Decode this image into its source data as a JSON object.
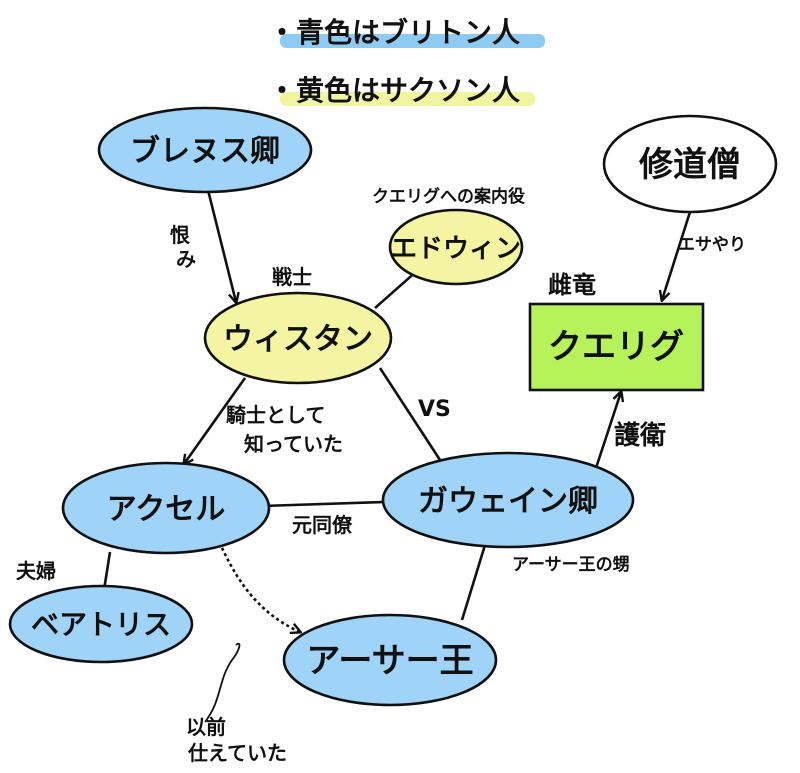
{
  "legend": {
    "blue_text": "・青色はブリトン人",
    "yellow_text": "・黄色はサクソン人",
    "blue_color": "#8ecbf2",
    "yellow_color": "#f2f5a0"
  },
  "colors": {
    "briton": "#9fd3f7",
    "saxon": "#f3f5a2",
    "dragon": "#b6f25a",
    "monk": "#ffffff",
    "stroke": "#111111"
  },
  "nodes": {
    "brennus": "ブレヌス卿",
    "monk": "修道僧",
    "edwin": "エドウィン",
    "wistan": "ウィスタン",
    "querig": "クエリグ",
    "axl": "アクセル",
    "gawain": "ガウェイン卿",
    "beatrice": "ベアトリス",
    "arthur": "アーサー王"
  },
  "labels": {
    "edwin_role": "クエリグへの案内役",
    "wistan_role": "戦士",
    "querig_role": "雌竜",
    "gawain_role": "アーサー王の甥",
    "grudge_line1": "恨",
    "grudge_line2": "み",
    "feeding": "エサやり",
    "knew_line1": "騎士として",
    "knew_line2": "知っていた",
    "vs": "VS",
    "guard": "護衛",
    "colleague": "元同僚",
    "spouse": "夫婦",
    "served_line1": "以前",
    "served_line2": "仕えていた"
  }
}
